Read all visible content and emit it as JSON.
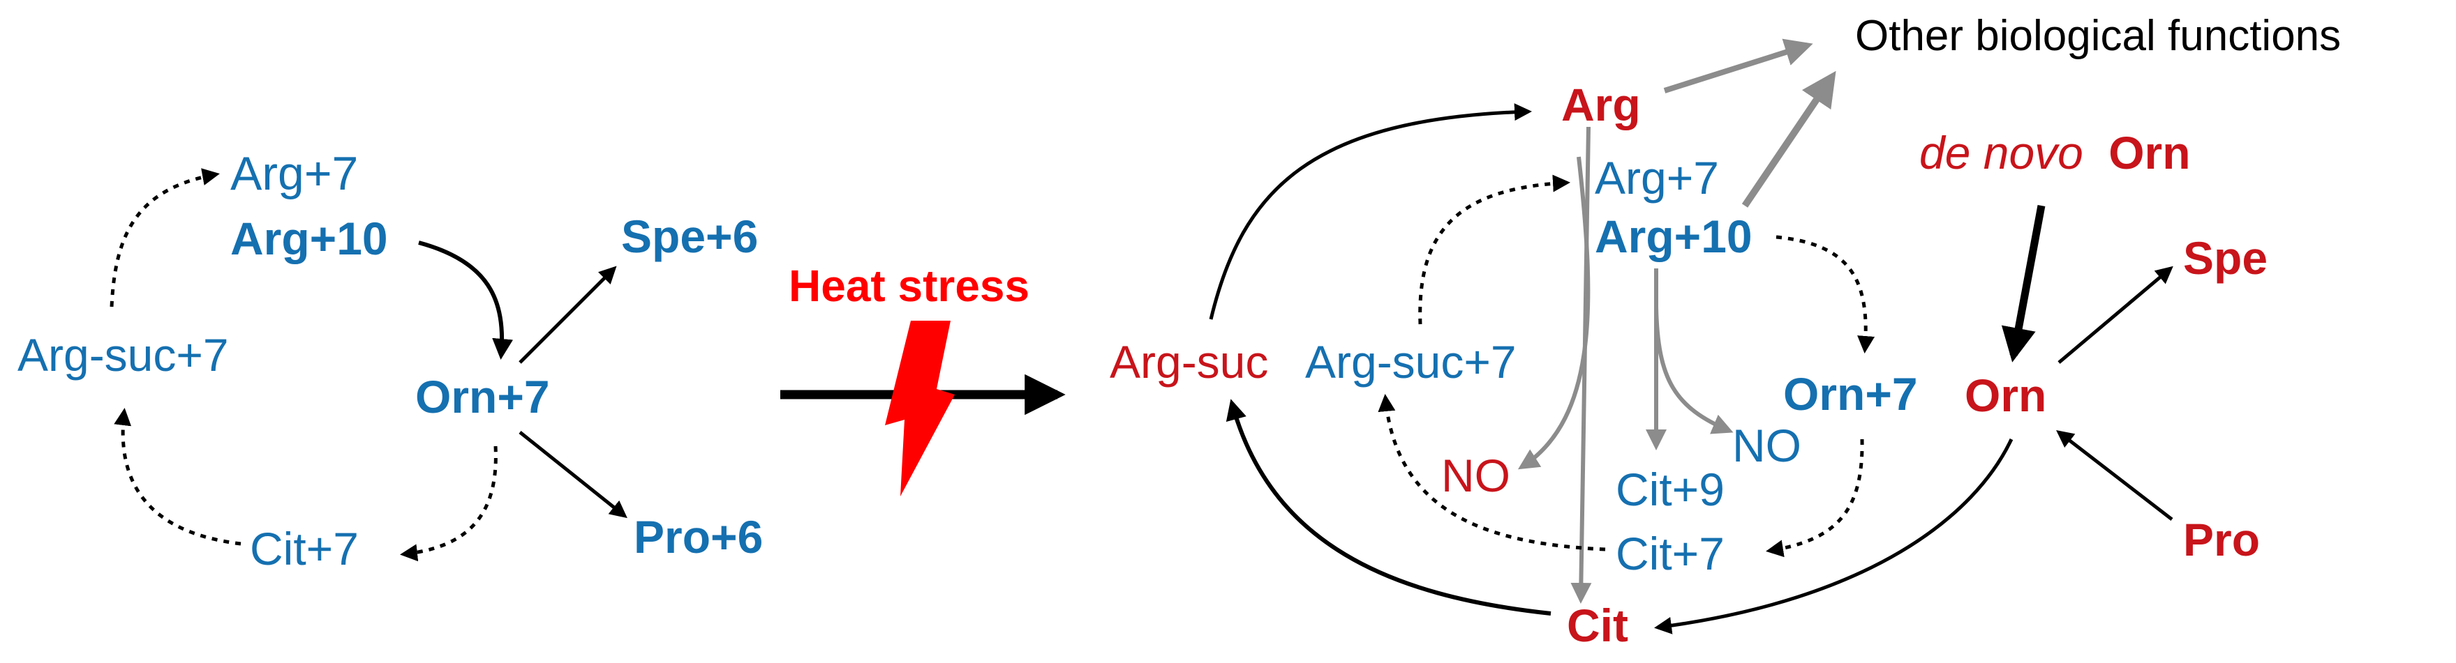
{
  "colors": {
    "blue": "#1570b0",
    "red": "#c8141b",
    "black": "#000000",
    "gray": "#8c8c8c",
    "bolt": "#ff0000",
    "heat": "#ff0000"
  },
  "left": {
    "arg7": "Arg+7",
    "arg10": "Arg+10",
    "argsuc7": "Arg-suc+7",
    "orn7": "Orn+7",
    "spe6": "Spe+6",
    "pro6": "Pro+6",
    "cit7": "Cit+7"
  },
  "middle": {
    "heat_stress": "Heat stress",
    "bolt_icon": "lightning-bolt-icon"
  },
  "right": {
    "other": "Other biological functions",
    "arg": "Arg",
    "arg7": "Arg+7",
    "arg10": "Arg+10",
    "argsuc": "Arg-suc",
    "argsuc7": "Arg-suc+7",
    "denovo_italic": "de novo",
    "denovo_orn": "Orn",
    "spe": "Spe",
    "orn": "Orn",
    "orn7": "Orn+7",
    "no_left": "NO",
    "no_right": "NO",
    "cit9": "Cit+9",
    "cit7": "Cit+7",
    "pro": "Pro",
    "cit": "Cit"
  }
}
